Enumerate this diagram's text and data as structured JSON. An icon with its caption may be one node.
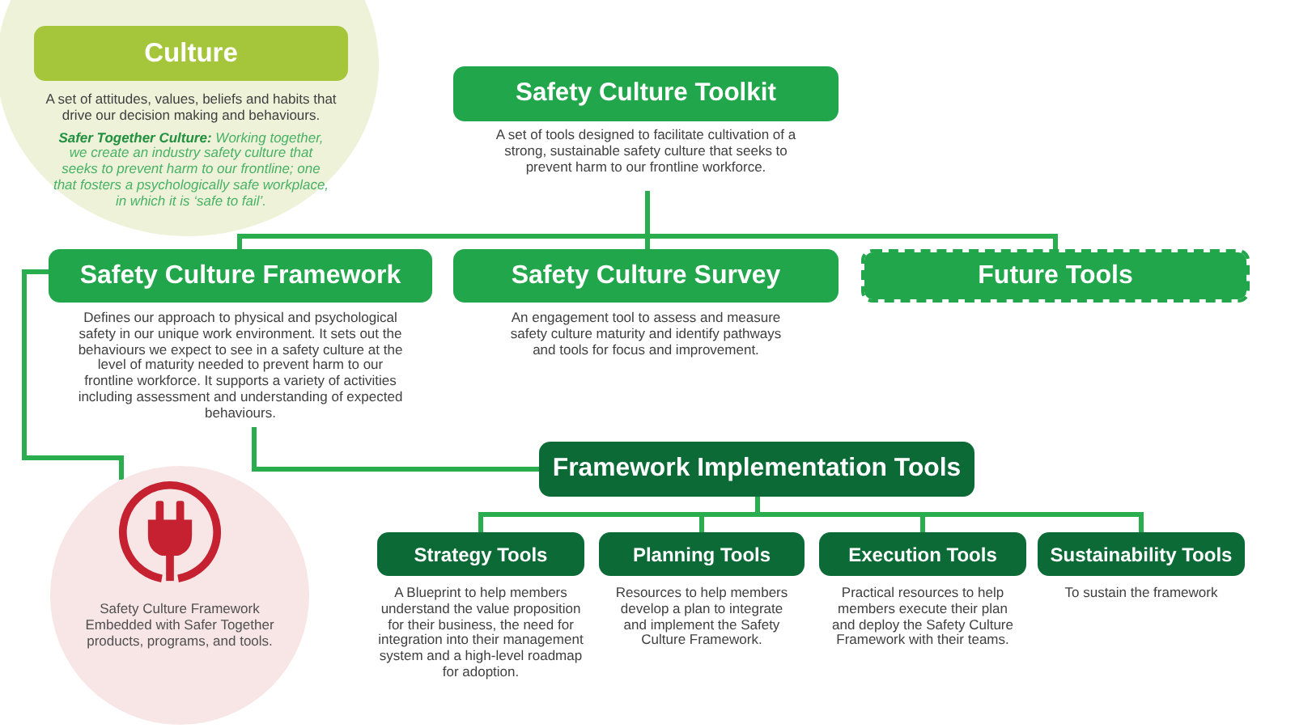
{
  "diagram": {
    "nodes": [
      {
        "text": [
          "A set of attitudes, values, beliefs and habits that drive our decision making and behaviours.",
          "**Safer Together Culture:** Working together, we create an industry safety culture that seeks to prevent harm to our frontline; one that fosters a psychologically safe workplace, in which it is ‘safe to fail’."
        ]
      },
      {
        "text": [
          "Culture"
        ],
        "in": 0
      },
      {
        "text": [
          "Safety Culture Toolkit",
          "A set of tools designed to facilitate cultivation of a strong, sustainable safety culture that seeks to prevent harm to our frontline workforce."
        ]
      },
      {
        "text": [
          "Safety Culture Framework",
          "Defines our approach to physical and psychological safety in our unique work environment. It sets out the behaviours we expect to see in a safety culture at the level of maturity needed to prevent harm to our frontline workforce. It supports a variety of activities including assessment and understanding of expected behaviours."
        ]
      },
      {
        "text": [
          "Safety Culture Survey",
          "An engagement tool to assess and measure safety culture maturity and identify pathways and tools for focus and improvement."
        ]
      },
      {
        "text": [
          "Future Tools"
        ]
      },
      {
        "text": [
          "Framework Implementation Tools"
        ]
      },
      {
        "text": [
          "Safety Culture Framework Embedded with Safer Together products, programs, and tools."
        ]
      },
      {
        "text": [
          "Strategy Tools",
          "A Blueprint to help members understand the value proposition for their business, the need for integration into their management system and a high-level roadmap for adoption."
        ]
      },
      {
        "text": [
          "Planning Tools",
          "Resources to help members develop a plan to integrate and implement the Safety Culture Framework."
        ]
      },
      {
        "text": [
          "Execution Tools",
          "Practical resources to help members execute their plan and deploy the Safety Culture Framework with their teams."
        ]
      },
      {
        "text": [
          "Sustainability Tools",
          "To sustain the framework"
        ]
      }
    ],
    "edges": [
      {
        "from": 2,
        "to": 3,
        "arrow": "none"
      },
      {
        "from": 2,
        "to": 4,
        "arrow": "none"
      },
      {
        "from": 2,
        "to": 5,
        "arrow": "none"
      },
      {
        "from": 3,
        "to": 7,
        "arrow": "none"
      },
      {
        "from": 3,
        "to": 6,
        "arrow": "none"
      },
      {
        "from": 6,
        "to": 8,
        "arrow": "none"
      },
      {
        "from": 6,
        "to": 9,
        "arrow": "none"
      },
      {
        "from": 6,
        "to": 10,
        "arrow": "none"
      },
      {
        "from": 6,
        "to": 11,
        "arrow": "none"
      }
    ]
  }
}
